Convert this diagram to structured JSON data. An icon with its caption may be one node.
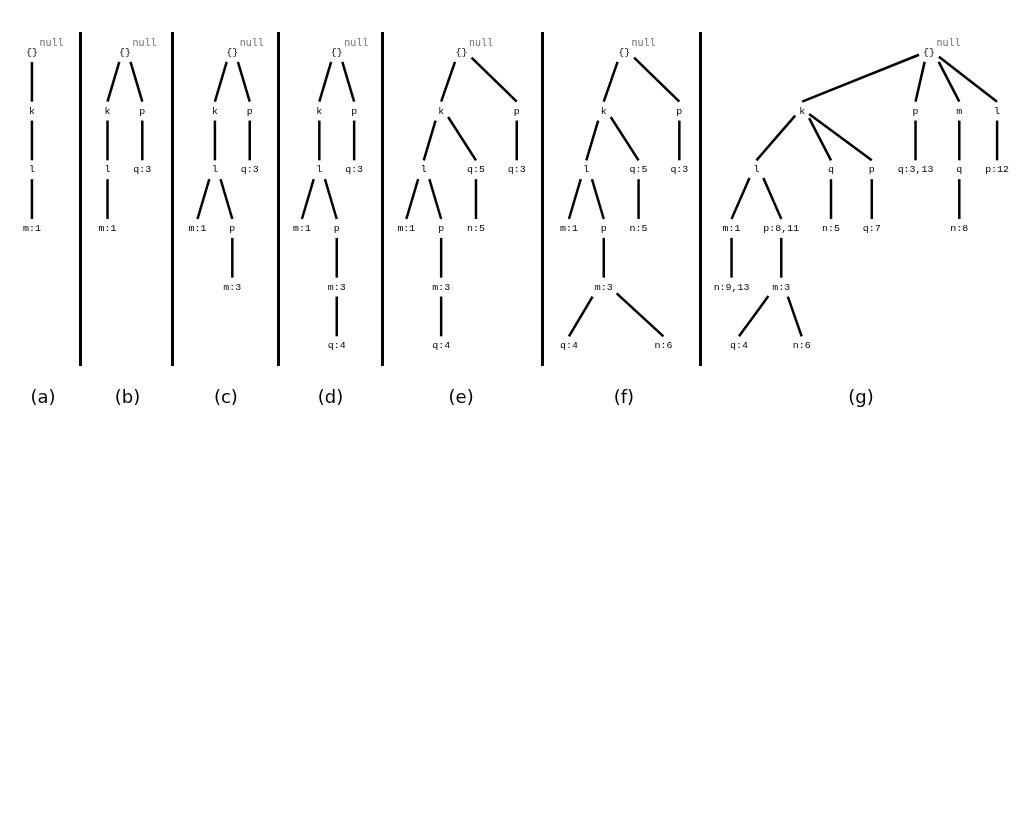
{
  "diagram": {
    "nodes": [
      {
        "text": [
          "{}"
        ],
        "beside": [
          "null"
        ]
      },
      {
        "text": [
          "k"
        ]
      },
      {
        "text": [
          "l"
        ]
      },
      {
        "text": [
          "m:1"
        ]
      },
      {
        "text": [
          "{}"
        ],
        "beside": [
          "null"
        ]
      },
      {
        "text": [
          "k"
        ]
      },
      {
        "text": [
          "p"
        ]
      },
      {
        "text": [
          "l"
        ]
      },
      {
        "text": [
          "q:3"
        ]
      },
      {
        "text": [
          "m:1"
        ]
      },
      {
        "text": [
          "{}"
        ],
        "beside": [
          "null"
        ]
      },
      {
        "text": [
          "k"
        ]
      },
      {
        "text": [
          "p"
        ]
      },
      {
        "text": [
          "l"
        ]
      },
      {
        "text": [
          "q:3"
        ]
      },
      {
        "text": [
          "m:1"
        ]
      },
      {
        "text": [
          "p"
        ]
      },
      {
        "text": [
          "m:3"
        ]
      },
      {
        "text": [
          "{}"
        ],
        "beside": [
          "null"
        ]
      },
      {
        "text": [
          "k"
        ]
      },
      {
        "text": [
          "p"
        ]
      },
      {
        "text": [
          "l"
        ]
      },
      {
        "text": [
          "q:3"
        ]
      },
      {
        "text": [
          "m:1"
        ]
      },
      {
        "text": [
          "p"
        ]
      },
      {
        "text": [
          "m:3"
        ]
      },
      {
        "text": [
          "q:4"
        ]
      },
      {
        "text": [
          "{}"
        ],
        "beside": [
          "null"
        ]
      },
      {
        "text": [
          "k"
        ]
      },
      {
        "text": [
          "p"
        ]
      },
      {
        "text": [
          "l"
        ]
      },
      {
        "text": [
          "q:5"
        ]
      },
      {
        "text": [
          "q:3"
        ]
      },
      {
        "text": [
          "m:1"
        ]
      },
      {
        "text": [
          "p"
        ]
      },
      {
        "text": [
          "n:5"
        ]
      },
      {
        "text": [
          "m:3"
        ]
      },
      {
        "text": [
          "q:4"
        ]
      },
      {
        "text": [
          "{}"
        ],
        "beside": [
          "null"
        ]
      },
      {
        "text": [
          "k"
        ]
      },
      {
        "text": [
          "p"
        ]
      },
      {
        "text": [
          "l"
        ]
      },
      {
        "text": [
          "q:5"
        ]
      },
      {
        "text": [
          "q:3"
        ]
      },
      {
        "text": [
          "m:1"
        ]
      },
      {
        "text": [
          "p"
        ]
      },
      {
        "text": [
          "n:5"
        ]
      },
      {
        "text": [
          "m:3"
        ]
      },
      {
        "text": [
          "q:4"
        ]
      },
      {
        "text": [
          "n:6"
        ]
      },
      {
        "text": [
          "{}"
        ],
        "beside": [
          "null"
        ]
      },
      {
        "text": [
          "k"
        ]
      },
      {
        "text": [
          "p"
        ]
      },
      {
        "text": [
          "m"
        ]
      },
      {
        "text": [
          "l"
        ]
      },
      {
        "text": [
          "l"
        ]
      },
      {
        "text": [
          "q"
        ]
      },
      {
        "text": [
          "p"
        ]
      },
      {
        "text": [
          "q:3,13"
        ]
      },
      {
        "text": [
          "q"
        ]
      },
      {
        "text": [
          "p:12"
        ]
      },
      {
        "text": [
          "m:1"
        ]
      },
      {
        "text": [
          "p:8,11"
        ]
      },
      {
        "text": [
          "n:5"
        ]
      },
      {
        "text": [
          "q:7"
        ]
      },
      {
        "text": [
          "n:8"
        ]
      },
      {
        "text": [
          "n:9,13"
        ]
      },
      {
        "text": [
          "m:3"
        ]
      },
      {
        "text": [
          "q:4"
        ]
      },
      {
        "text": [
          "n:6"
        ]
      }
    ],
    "edges": [
      {
        "from": 0,
        "to": 1,
        "arrow": "none"
      },
      {
        "from": 1,
        "to": 2,
        "arrow": "none"
      },
      {
        "from": 2,
        "to": 3,
        "arrow": "none"
      },
      {
        "from": 4,
        "to": 5,
        "arrow": "none"
      },
      {
        "from": 4,
        "to": 6,
        "arrow": "none"
      },
      {
        "from": 5,
        "to": 7,
        "arrow": "none"
      },
      {
        "from": 6,
        "to": 8,
        "arrow": "none"
      },
      {
        "from": 7,
        "to": 9,
        "arrow": "none"
      },
      {
        "from": 10,
        "to": 11,
        "arrow": "none"
      },
      {
        "from": 10,
        "to": 12,
        "arrow": "none"
      },
      {
        "from": 11,
        "to": 13,
        "arrow": "none"
      },
      {
        "from": 12,
        "to": 14,
        "arrow": "none"
      },
      {
        "from": 13,
        "to": 15,
        "arrow": "none"
      },
      {
        "from": 13,
        "to": 16,
        "arrow": "none"
      },
      {
        "from": 16,
        "to": 17,
        "arrow": "none"
      },
      {
        "from": 18,
        "to": 19,
        "arrow": "none"
      },
      {
        "from": 18,
        "to": 20,
        "arrow": "none"
      },
      {
        "from": 19,
        "to": 21,
        "arrow": "none"
      },
      {
        "from": 20,
        "to": 22,
        "arrow": "none"
      },
      {
        "from": 21,
        "to": 23,
        "arrow": "none"
      },
      {
        "from": 21,
        "to": 24,
        "arrow": "none"
      },
      {
        "from": 24,
        "to": 25,
        "arrow": "none"
      },
      {
        "from": 25,
        "to": 26,
        "arrow": "none"
      },
      {
        "from": 27,
        "to": 28,
        "arrow": "none"
      },
      {
        "from": 27,
        "to": 29,
        "arrow": "none"
      },
      {
        "from": 28,
        "to": 30,
        "arrow": "none"
      },
      {
        "from": 28,
        "to": 31,
        "arrow": "none"
      },
      {
        "from": 29,
        "to": 32,
        "arrow": "none"
      },
      {
        "from": 30,
        "to": 33,
        "arrow": "none"
      },
      {
        "from": 30,
        "to": 34,
        "arrow": "none"
      },
      {
        "from": 31,
        "to": 35,
        "arrow": "none"
      },
      {
        "from": 34,
        "to": 36,
        "arrow": "none"
      },
      {
        "from": 36,
        "to": 37,
        "arrow": "none"
      },
      {
        "from": 38,
        "to": 39,
        "arrow": "none"
      },
      {
        "from": 38,
        "to": 40,
        "arrow": "none"
      },
      {
        "from": 39,
        "to": 41,
        "arrow": "none"
      },
      {
        "from": 39,
        "to": 42,
        "arrow": "none"
      },
      {
        "from": 40,
        "to": 43,
        "arrow": "none"
      },
      {
        "from": 41,
        "to": 44,
        "arrow": "none"
      },
      {
        "from": 41,
        "to": 45,
        "arrow": "none"
      },
      {
        "from": 42,
        "to": 46,
        "arrow": "none"
      },
      {
        "from": 45,
        "to": 47,
        "arrow": "none"
      },
      {
        "from": 47,
        "to": 48,
        "arrow": "none"
      },
      {
        "from": 47,
        "to": 49,
        "arrow": "none"
      },
      {
        "from": 50,
        "to": 51,
        "arrow": "none"
      },
      {
        "from": 50,
        "to": 52,
        "arrow": "none"
      },
      {
        "from": 50,
        "to": 53,
        "arrow": "none"
      },
      {
        "from": 50,
        "to": 54,
        "arrow": "none"
      },
      {
        "from": 51,
        "to": 55,
        "arrow": "none"
      },
      {
        "from": 51,
        "to": 56,
        "arrow": "none"
      },
      {
        "from": 51,
        "to": 57,
        "arrow": "none"
      },
      {
        "from": 52,
        "to": 58,
        "arrow": "none"
      },
      {
        "from": 53,
        "to": 59,
        "arrow": "none"
      },
      {
        "from": 54,
        "to": 60,
        "arrow": "none"
      },
      {
        "from": 55,
        "to": 61,
        "arrow": "none"
      },
      {
        "from": 55,
        "to": 62,
        "arrow": "none"
      },
      {
        "from": 56,
        "to": 63,
        "arrow": "none"
      },
      {
        "from": 57,
        "to": 64,
        "arrow": "none"
      },
      {
        "from": 59,
        "to": 65,
        "arrow": "none"
      },
      {
        "from": 61,
        "to": 66,
        "arrow": "none"
      },
      {
        "from": 62,
        "to": 67,
        "arrow": "none"
      },
      {
        "from": 67,
        "to": 68,
        "arrow": "none"
      },
      {
        "from": 67,
        "to": 69,
        "arrow": "none"
      }
    ],
    "labels": [
      "(a)",
      "(b)",
      "(c)",
      "(d)",
      "(e)",
      "(f)",
      "(g)"
    ]
  }
}
